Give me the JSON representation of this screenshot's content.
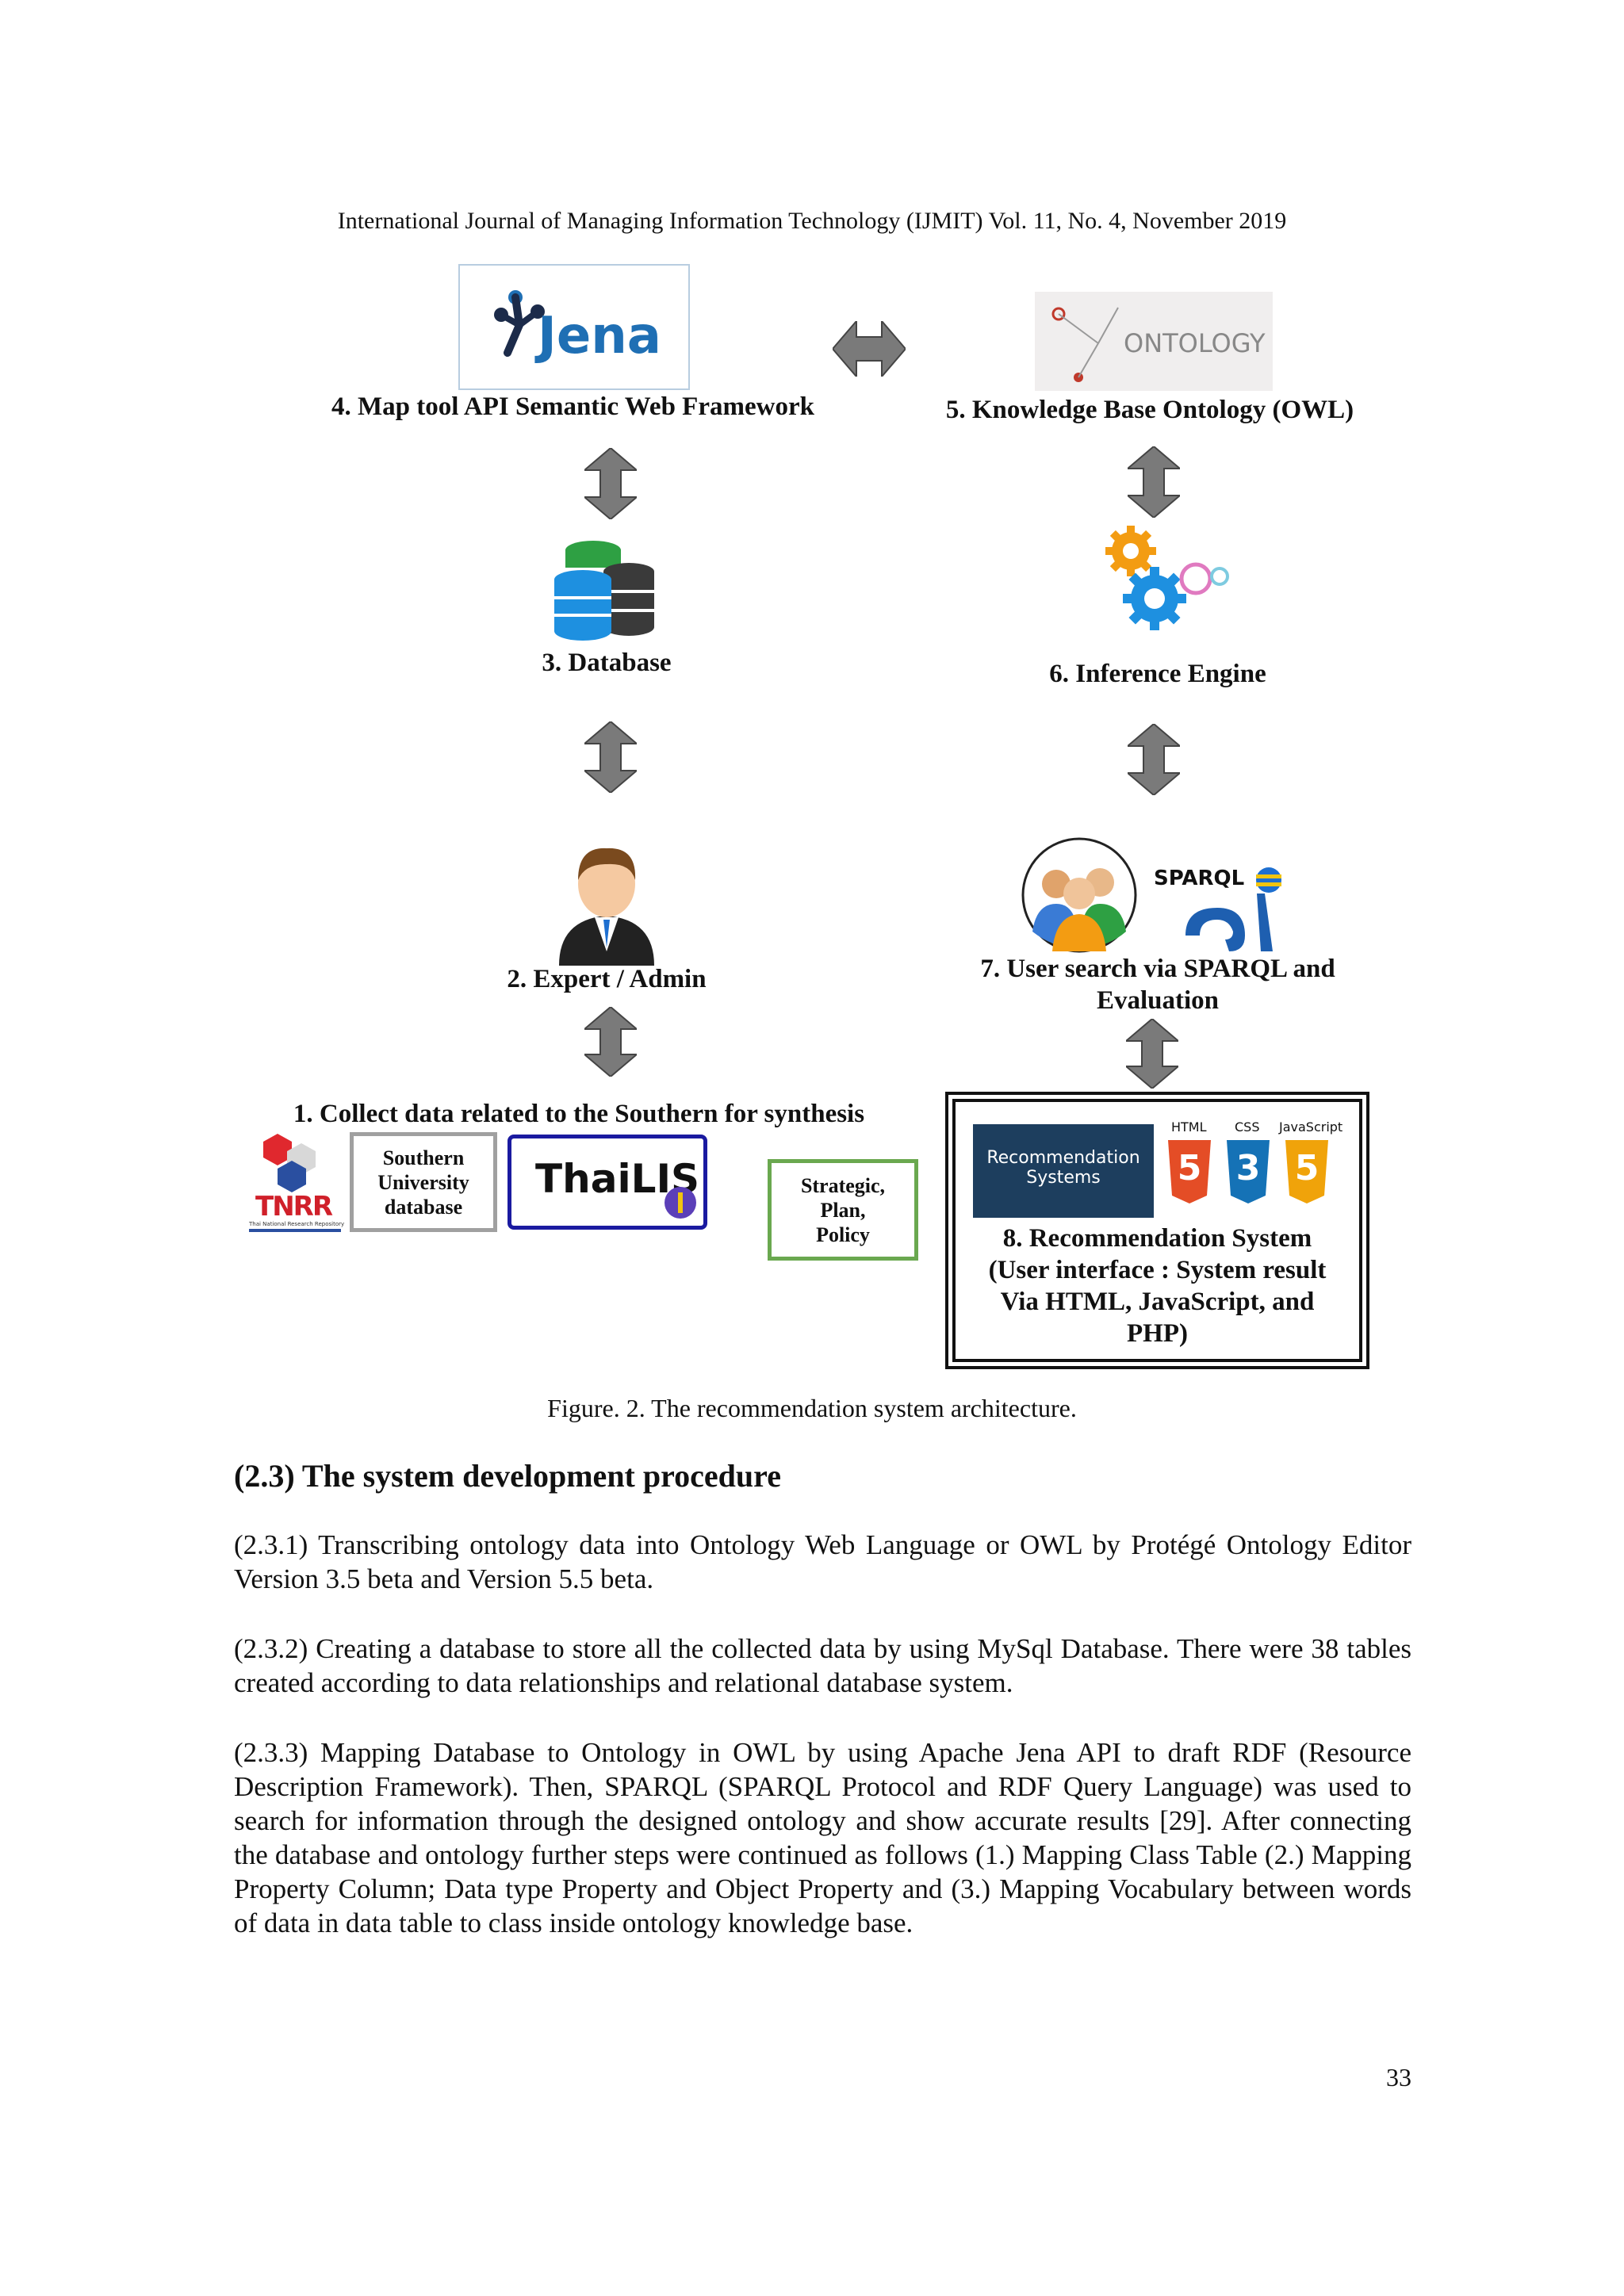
{
  "header": "International Journal of Managing Information Technology (IJMIT) Vol. 11, No. 4, November 2019",
  "figure": {
    "jena_logo_text": "Jena",
    "ontology_logo_text": "ONTOLOGY",
    "nodes": {
      "n4": "4. Map tool API Semantic Web Framework",
      "n5": "5. Knowledge Base Ontology (OWL)",
      "n3": "3. Database",
      "n6": "6. Inference Engine",
      "n2": "2. Expert / Admin",
      "n7a": "7. User search via SPARQL and",
      "n7b": "Evaluation",
      "n1": "1. Collect data related to the Southern for synthesis",
      "n8a": "8. Recommendation System",
      "n8b": "(User interface : System result",
      "n8c": "Via HTML, JavaScript, and",
      "n8d": "PHP)"
    },
    "sources": {
      "tnrr": "TNRR",
      "tnrr_sub": "Thai National Research Repository",
      "southern": [
        "Southern",
        "University",
        "database"
      ],
      "thailis": "ThaiLIS",
      "strategic": [
        "Strategic,",
        "Plan,",
        "Policy"
      ]
    },
    "sparql_logo": "SPARQL",
    "rec_banner": [
      "Recommendation",
      "Systems"
    ],
    "web_badges": {
      "html": "HTML",
      "css": "CSS",
      "js": "JavaScript",
      "html_num": "5",
      "css_num": "3",
      "js_num": "5"
    },
    "caption": "Figure. 2. The recommendation system architecture."
  },
  "section_title": "(2.3) The system development procedure",
  "paragraphs": [
    "(2.3.1) Transcribing ontology data into Ontology Web Language or OWL by Protégé Ontology Editor Version 3.5 beta and Version 5.5 beta.",
    "(2.3.2) Creating a database to store all the collected data by using MySql Database. There were 38 tables created according to data relationships and relational database system.",
    "(2.3.3) Mapping Database to Ontology in OWL by using Apache Jena API to draft RDF (Resource Description Framework). Then, SPARQL (SPARQL Protocol and RDF Query Language) was used to search for information through the designed ontology and show accurate results [29]. After connecting the database and ontology further steps were continued as follows (1.) Mapping Class Table (2.) Mapping Property Column; Data type Property and Object Property and (3.) Mapping Vocabulary between words of data in data table to class inside ontology knowledge base."
  ],
  "page_number": "33",
  "colors": {
    "arrow_fill": "#7a7a7a",
    "jena_blue": "#1f6fb4",
    "thailis_border": "#1a1aa0",
    "strategic_border": "#6aa84f",
    "southern_border": "#a0a0a0"
  },
  "icons": [
    "database-icon",
    "gears-icon",
    "admin-avatar-icon",
    "users-group-icon",
    "sparql-logo-icon"
  ]
}
